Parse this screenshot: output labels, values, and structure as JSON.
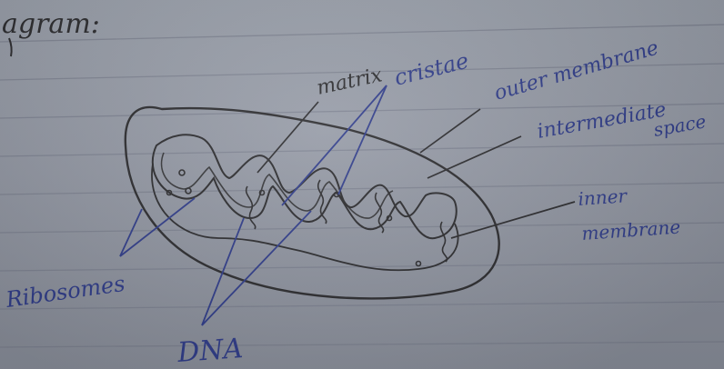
{
  "heading": "agram:",
  "labels": {
    "matrix": "matrix",
    "cristae": "cristae",
    "outer_membrane": "outer membrane",
    "intermediate_space_line1": "intermediate",
    "intermediate_space_line2": "space",
    "inner_membrane_line1": "inner",
    "inner_membrane_line2": "membrane",
    "ribosomes": "Ribosomes",
    "dna": "DNA"
  },
  "colors": {
    "paper": "#969ba7",
    "rule_line": "#7c8190",
    "black_ink": "#2b2b2e",
    "blue_ink": "#2f3c8a"
  }
}
